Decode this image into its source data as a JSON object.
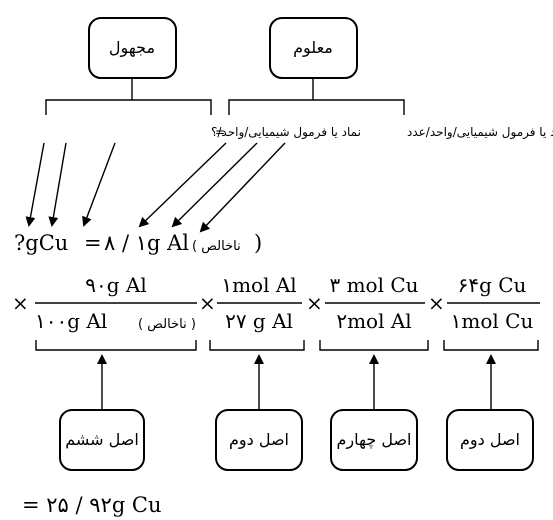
{
  "top_boxes": {
    "unknown": "مجهول",
    "known": "معلوم"
  },
  "descriptors": {
    "unknown": "نماد یا فرمول شیمیایی/واحد/؟",
    "known": "نماد یا فرمول شیمیایی/واحد/عدد",
    "equals": "="
  },
  "main_equation": {
    "lhs": "?gCu",
    "equals": "=",
    "rhs": "۸ / ۱g Al",
    "impure_note": "( ناخالص"
  },
  "factors": [
    {
      "numerator": "۹۰g Al",
      "denominator": "۱۰۰g Al",
      "denominator_note": "( ناخالص )",
      "principle": "اصل ششم"
    },
    {
      "numerator": "۱mol Al",
      "denominator": "۲۷ g Al",
      "denominator_note": "",
      "principle": "اصل دوم"
    },
    {
      "numerator": "۳ mol Cu",
      "denominator": "۲mol Al",
      "denominator_note": "",
      "principle": "اصل چهارم"
    },
    {
      "numerator": "۶۴g Cu",
      "denominator": "۱mol Cu",
      "denominator_note": "",
      "principle": "اصل دوم"
    }
  ],
  "multiply_sign": "×",
  "result": "= ۲۵ / ۹۲g Cu"
}
